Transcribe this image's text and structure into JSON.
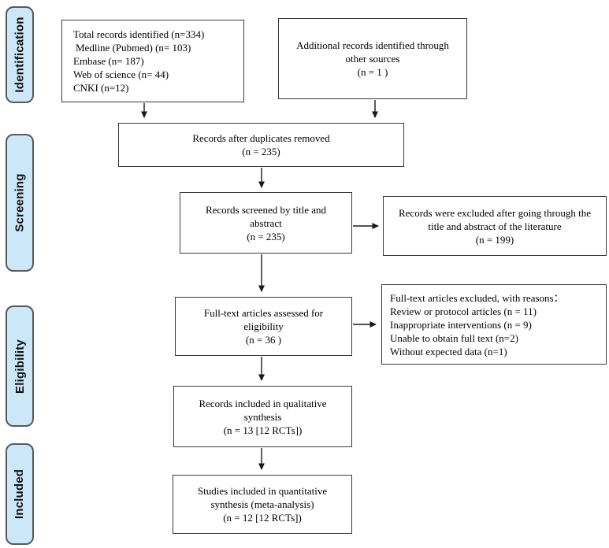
{
  "stages": {
    "identification": "Identification",
    "screening": "Screening",
    "eligibility": "Eligibility",
    "included": "Included"
  },
  "boxes": {
    "records_identified": {
      "lines": [
        "Total records identified (n=334)",
        "Medline (Pubmed) (n= 103)",
        "Embase (n= 187)",
        "Web of science (n= 44)",
        "CNKI (n=12)"
      ]
    },
    "additional_records": {
      "lines": [
        "Additional records identified through",
        "other sources",
        "(n = 1 )"
      ]
    },
    "after_duplicates": {
      "lines": [
        "Records after duplicates removed",
        "(n = 235)"
      ]
    },
    "screened": {
      "lines": [
        "Records screened by title and",
        "abstract",
        "(n = 235)"
      ]
    },
    "excluded_title_abstract": {
      "lines": [
        "Records were excluded after going through the",
        "title and abstract of the literature",
        "(n = 199)"
      ]
    },
    "fulltext_assessed": {
      "lines": [
        "Full-text articles assessed for",
        "eligibility",
        "(n = 36 )"
      ]
    },
    "fulltext_excluded": {
      "lines": [
        "Full-text articles excluded, with reasons：",
        "Review or protocol articles (n = 11)",
        "Inappropriate interventions (n = 9)",
        "Unable to obtain full text (n=2)",
        "Without expected data (n=1)"
      ]
    },
    "qualitative_synthesis": {
      "lines": [
        "Records included in qualitative",
        "synthesis",
        "(n = 13 [12 RCTs])"
      ]
    },
    "quantitative_synthesis": {
      "lines": [
        "Studies included in quantitative",
        "synthesis (meta-analysis)",
        "(n = 12 [12 RCTs])"
      ]
    }
  },
  "colors": {
    "stage_fill": "#cbe7f8",
    "stage_border": "#595959",
    "box_border": "#3a3a3a",
    "arrow": "#1a1a1a",
    "background": "#ffffff",
    "text": "#000000"
  }
}
